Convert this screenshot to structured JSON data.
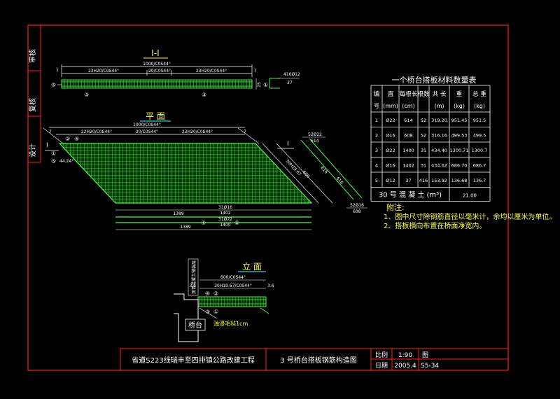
{
  "colors": {
    "background": "#000000",
    "frame": "#ff2020",
    "rebar": "#40ff40",
    "dimension": "#ffffff",
    "title": "#30ffff",
    "text_yellow": "#ffff40"
  },
  "side_labels": [
    "审核",
    "复核",
    "设计"
  ],
  "section_view": {
    "title": "I-I",
    "top_dim": "1000/C0S44°",
    "left_dim": "23H20/C0S44°",
    "mid_dim": "20/C0S44°",
    "right_dim": "23H20/C0S44°",
    "thickness": "25",
    "edge_dim": "7",
    "side_label": "416Ø12",
    "side_value": "37",
    "markers": [
      "⑤",
      "③",
      "③",
      "①"
    ]
  },
  "plan_view": {
    "title": "平 面",
    "top_dim": "1000/C0S44°",
    "left_dim": "22H20/C0S44°",
    "mid_dim": "20/C0S44°",
    "right_dim": "23H20/C0S44°",
    "edge_dim": "7",
    "angle": "44.24°",
    "section_mark": "I",
    "right_top_label": "52Ø22",
    "right_top_value": "614",
    "right_bottom_label": "52Ø16",
    "right_bottom_value": "608",
    "diag_dims": [
      "600",
      "30H19.67",
      "616",
      "616"
    ],
    "bottom_rebar_1": "31Ø16",
    "bottom_rebar_1_len": "1402",
    "bottom_rebar_2": "31Ø22",
    "bottom_rebar_2_len": "1400",
    "bottom_len_1": "1389",
    "bottom_len_2": "1389",
    "markers": [
      "②",
      "④",
      "①",
      "⑤",
      "④",
      "②"
    ]
  },
  "elevation_view": {
    "title": "立 面",
    "top_dim": "600/C0S44°",
    "sub_dim": "30H19.67/C0S44°",
    "left_dim": "3.6",
    "right_dim": "3.6",
    "vertical_label": "沥青混凝土铺装层",
    "abutment_label": "桥台",
    "note": "油浸毛毡1cm",
    "markers": [
      "④",
      "②",
      "③",
      "①"
    ]
  },
  "material_table": {
    "title": "一个桥台搭板材料数量表",
    "headers_line1": [
      "编",
      "直",
      "每根长",
      "根数",
      "共 长",
      "重",
      "总 重"
    ],
    "headers_line2": [
      "号",
      "(mm)",
      "(cm)",
      "",
      "(m)",
      "(kg)",
      "(kg)"
    ],
    "rows": [
      [
        "1",
        "Ø22",
        "614",
        "52",
        "319.20",
        "951.45",
        "951.5"
      ],
      [
        "2",
        "Ø16",
        "608",
        "52",
        "316.16",
        "499.53",
        "499.5"
      ],
      [
        "3",
        "Ø22",
        "1400",
        "31",
        "434.40",
        "1300.71",
        "1300.7"
      ],
      [
        "4",
        "Ø16",
        "1402",
        "31",
        "434.62",
        "686.70",
        "686.7"
      ],
      [
        "5",
        "Ø12",
        "37",
        "416",
        "153.92",
        "136.68",
        "136.7"
      ]
    ],
    "concrete_label": "30 号 混 凝 土 (m³)",
    "concrete_value": "21.00"
  },
  "notes": {
    "title": "附注:",
    "lines": [
      "1、图中尺寸除钢筋直径以毫米计，余均以厘米为单位。",
      "2、搭板横向布置在桥面净宽内。"
    ]
  },
  "title_block": {
    "project": "省道S223线瑞丰至四排镇公路改建工程",
    "drawing": "3 号桥台搭板钢筋构造图",
    "scale_label": "比例",
    "scale_value": "1:90",
    "date_label": "日期",
    "date_value": "2005.4",
    "fig_label": "图",
    "fig_number": "S5-34"
  }
}
